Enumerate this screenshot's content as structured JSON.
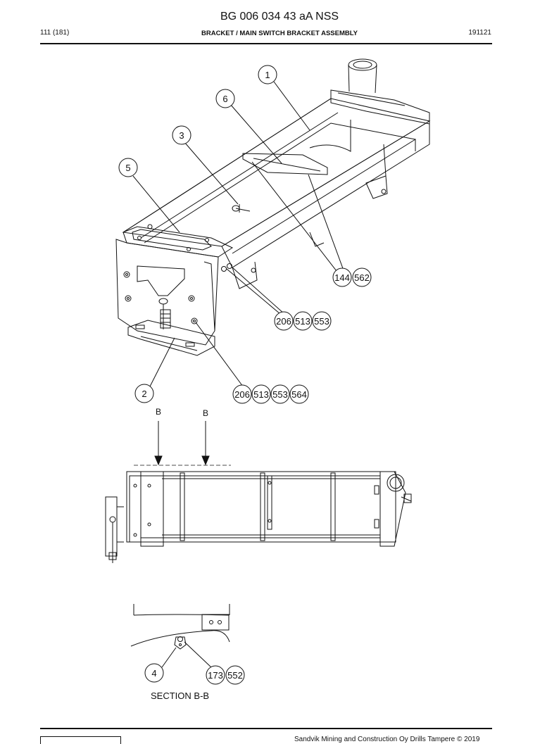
{
  "header": {
    "doc_code": "BG 006 034 43 aA NSS",
    "page": "111 (181)",
    "title": "BRACKET / MAIN SWITCH BRACKET ASSEMBLY",
    "date": "191121"
  },
  "callouts": {
    "c1": "1",
    "c6": "6",
    "c3": "3",
    "c5": "5",
    "c2": "2",
    "c4": "4",
    "c144": "144",
    "c562": "562",
    "g1": [
      "206",
      "513",
      "553"
    ],
    "g2": [
      "206",
      "513",
      "553",
      "564"
    ],
    "c173": "173",
    "c552": "552"
  },
  "views": {
    "b_left": "B",
    "b_right": "B",
    "section": "SECTION B-B"
  },
  "footer": {
    "copyright": "Sandvik Mining and Construction Oy Drills Tampere © 2019"
  }
}
